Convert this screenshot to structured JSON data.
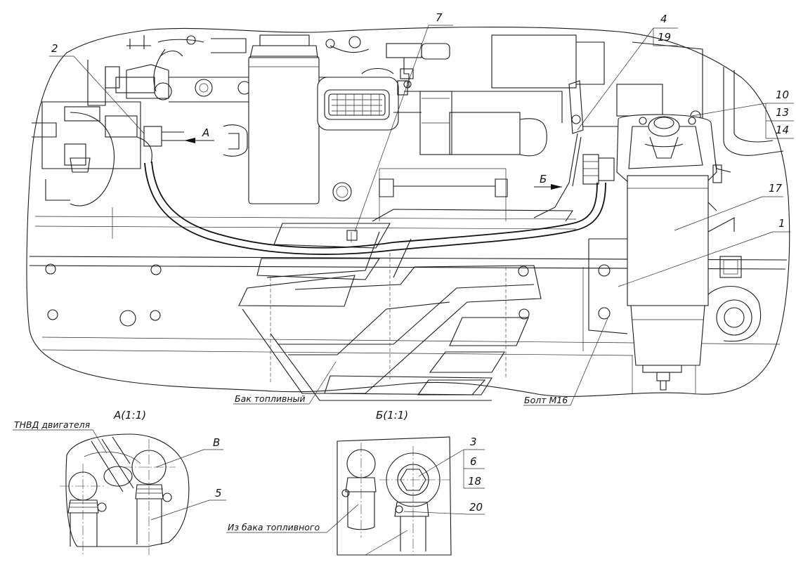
{
  "callouts": {
    "c1": "1",
    "c2": "2",
    "c3": "3",
    "c4": "4",
    "c5": "5",
    "c6": "6",
    "c7": "7",
    "c10": "10",
    "c13": "13",
    "c14": "14",
    "c17": "17",
    "c18": "18",
    "c19": "19",
    "c20": "20",
    "cV": "В"
  },
  "arrows": {
    "a": "А",
    "b": "Б"
  },
  "labels": {
    "fuel_tank": "Бак топливный",
    "bolt": "Болт М16",
    "hp_pump": "ТНВД двигателя",
    "from_tank": "Из бака топливного"
  },
  "views": {
    "view_a": "А(1:1)",
    "view_b": "Б(1:1)"
  }
}
